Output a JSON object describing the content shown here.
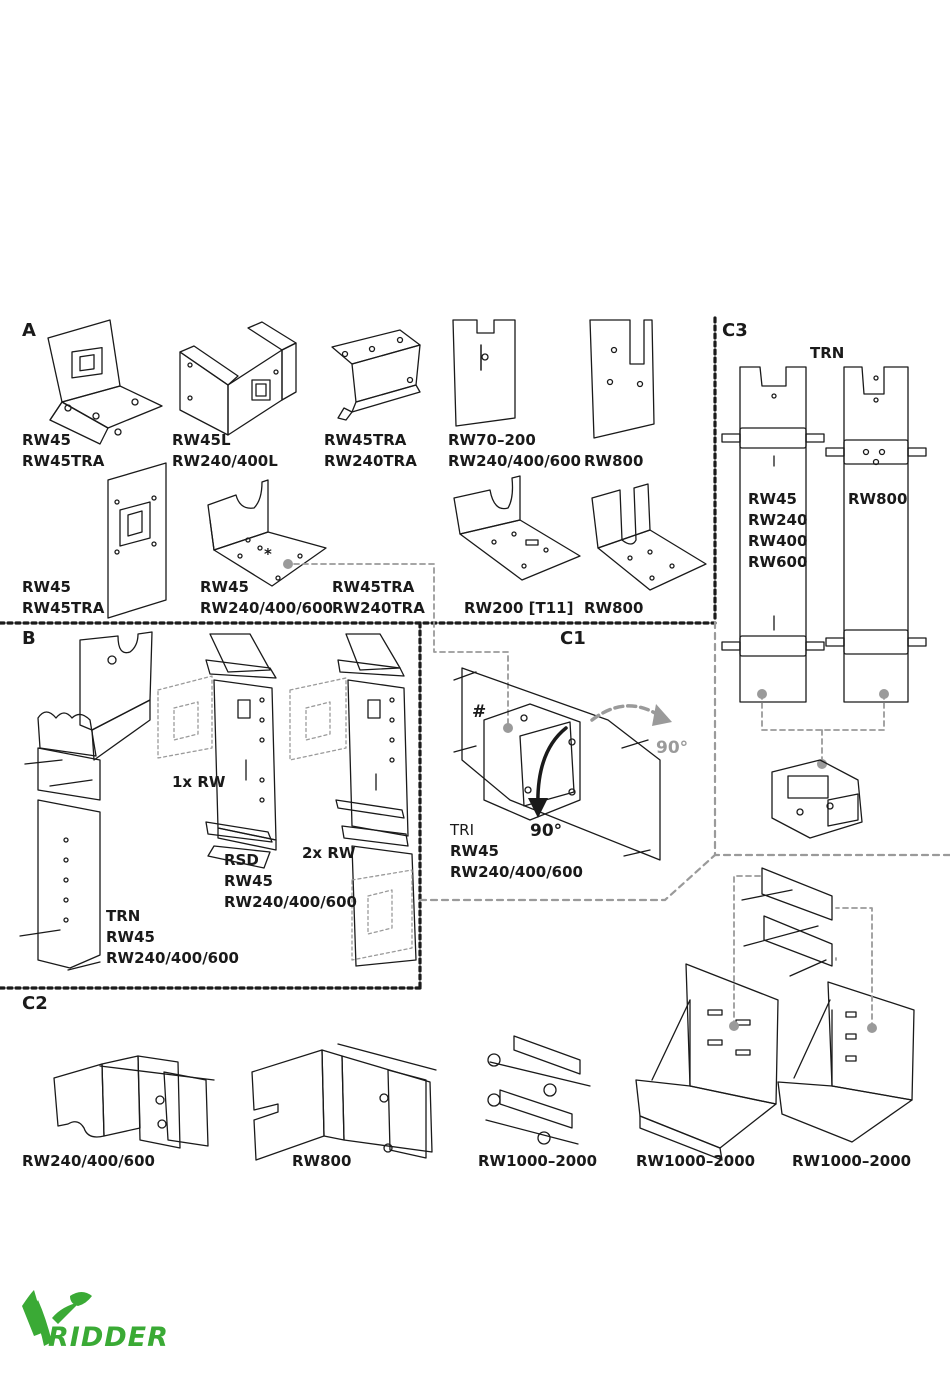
{
  "colors": {
    "line": "#1a1a1a",
    "dash": "#9a9a9a",
    "brand_green": "#3aaa35",
    "brand_red": "#d7191c"
  },
  "sections": {
    "a": "A",
    "b": "B",
    "c1": "C1",
    "c2": "C2",
    "c3": "C3"
  },
  "labels": {
    "a1_line1": "RW45",
    "a1_line2": "RW45TRA",
    "a2_line1": "RW45L",
    "a2_line2": "RW240/400L",
    "a3_line1": "RW45TRA",
    "a3_line2": "RW240TRA",
    "a4_line1": "RW70–200",
    "a4_line2": "RW240/400/600",
    "a5": "RW800",
    "a6_line1": "RW45",
    "a6_line2": "RW45TRA",
    "a7_line1": "RW45",
    "a7_line2": "RW240/400/600",
    "a7_star": "*",
    "a8_line1": "RW45TRA",
    "a8_line2": "RW240TRA",
    "a9": "RW200 [T11]",
    "a10": "RW800",
    "b_trn1": "TRN",
    "b_trn2": "RW45",
    "b_trn3": "RW240/400/600",
    "b_1xrw": "1x RW",
    "b_rsd1": "RSD",
    "b_rsd2": "RW45",
    "b_rsd3": "RW240/400/600",
    "b_2xrw": "2x RW",
    "c1_hash": "#",
    "c1_deg_gray": "90°",
    "c1_deg_black": "90°",
    "c1_tri1": "TRI",
    "c1_tri2": "RW45",
    "c1_tri3": "RW240/400/600",
    "c3_trn": "TRN",
    "c3_l1": "RW45",
    "c3_l2": "RW240",
    "c3_l3": "RW400",
    "c3_l4": "RW600",
    "c3_rw800": "RW800",
    "c2_1": "RW240/400/600",
    "c2_2": "RW800",
    "c2_3": "RW1000–2000",
    "c2_4": "RW1000–2000",
    "c2_5": "RW1000–2000"
  },
  "logo": {
    "text": "RIDDER",
    "icon": "ridder-figure-logo"
  }
}
